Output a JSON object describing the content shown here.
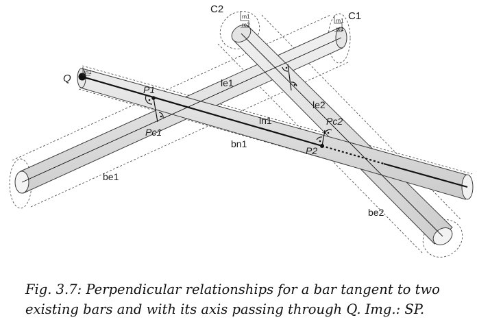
{
  "labels": {
    "q": "Q",
    "c1": "C1",
    "c2": "C2",
    "p1": "P1",
    "p2": "P2",
    "pc1": "Pc1",
    "pc2": "Pc2",
    "le1": "le1",
    "le2": "le2",
    "ln1": "ln1",
    "bn1": "bn1",
    "be1": "be1",
    "be2": "be2",
    "rn1_q": "rn1",
    "rn1_c1": "rn1",
    "re1_c1": "re1",
    "rn1_c2": "rn1",
    "re2_c2": "re2"
  },
  "caption": {
    "line1": "Fig. 3.7: Perpendicular relationships for a bar tangent to two",
    "line2": "existing bars and with its axis passing through Q. Img.: SP."
  },
  "colors": {
    "bar_fill": "#dcdcdc",
    "bar_edge": "#3a3a3a",
    "axis": "#111111",
    "dashed": "#555555"
  }
}
